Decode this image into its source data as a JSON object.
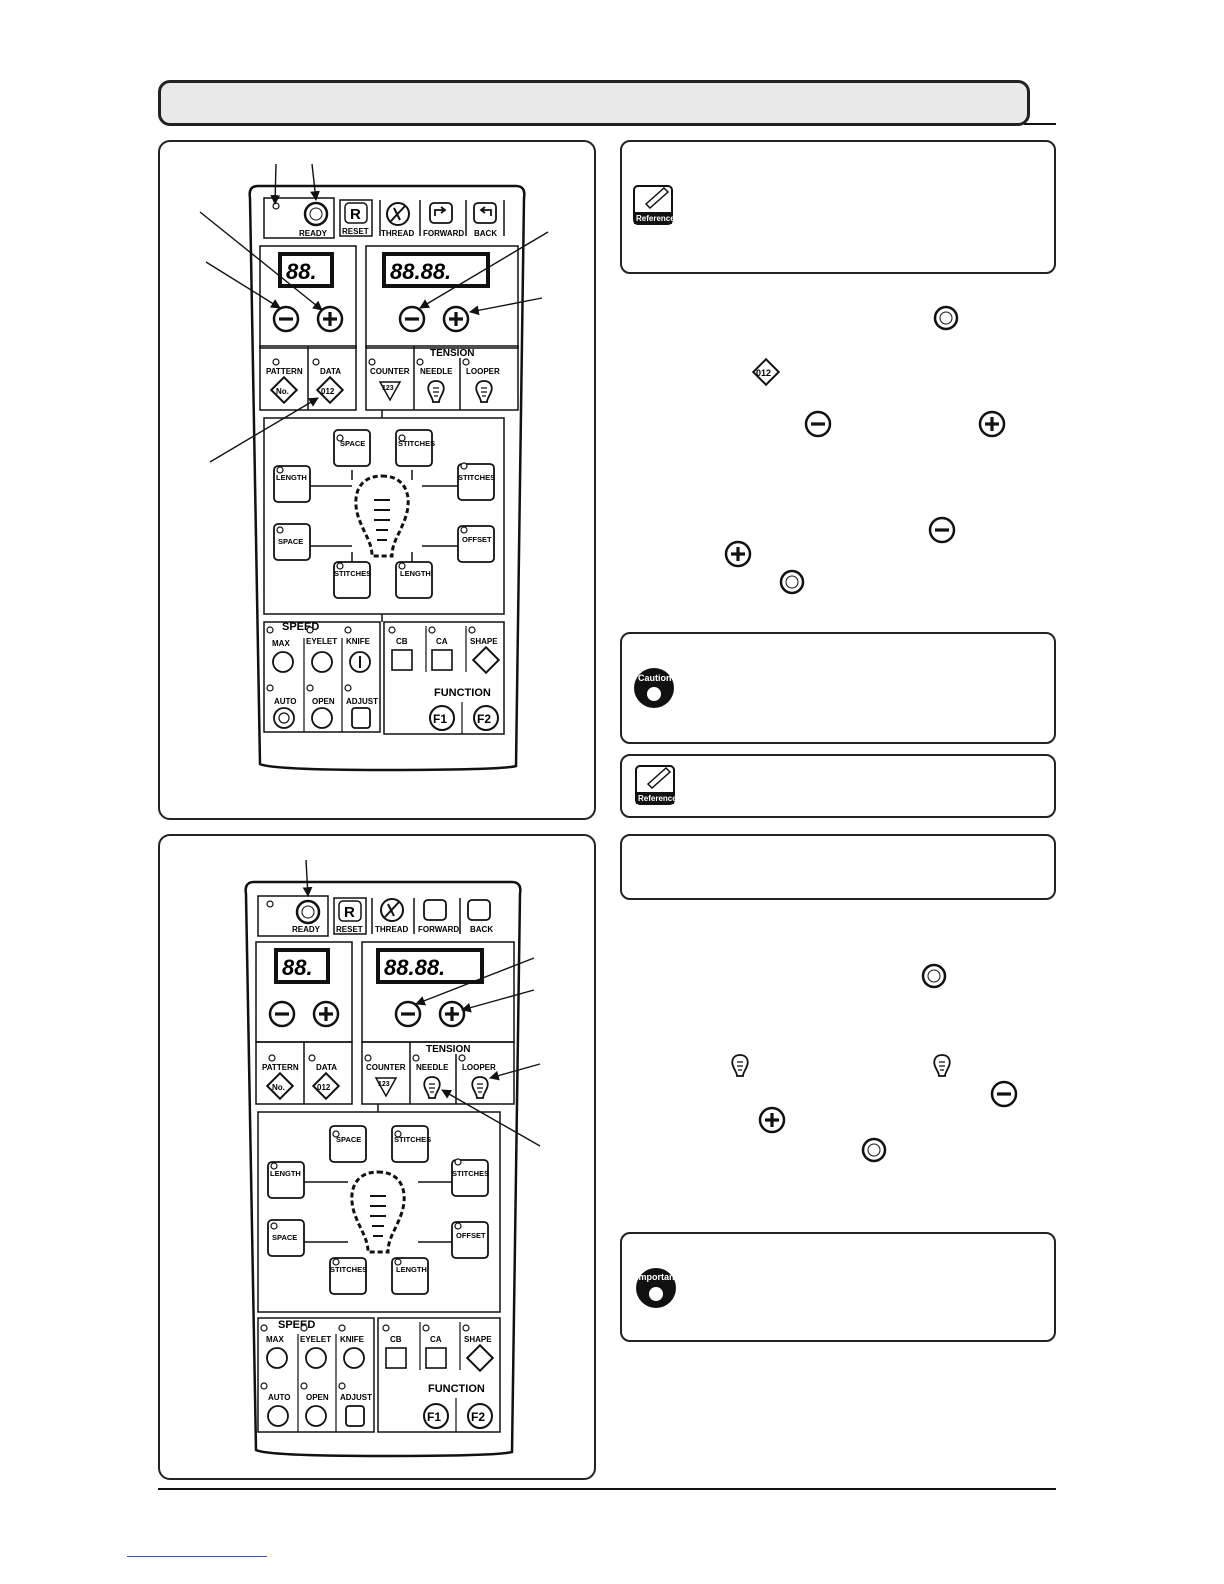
{
  "panel": {
    "ready": "READY",
    "reset_letter": "R",
    "reset": "RESET",
    "thread": "THREAD",
    "forward": "FORWARD",
    "back": "BACK",
    "display_small": "88.",
    "display_large": "88.88.",
    "tension": "TENSION",
    "pattern": "PATTERN",
    "pattern_no": "No.",
    "data": "DATA",
    "data_num": "012",
    "counter": "COUNTER",
    "counter_num": "123",
    "needle": "NEEDLE",
    "looper": "LOOPER",
    "space": "SPACE",
    "stitches": "STITCHES",
    "length": "LENGTH",
    "offset": "OFFSET",
    "speed": "SPEED",
    "max": "MAX",
    "eyelet": "EYELET",
    "knife": "KNIFE",
    "cb": "CB",
    "ca": "CA",
    "shape": "SHAPE",
    "auto": "AUTO",
    "open": "OPEN",
    "adjust": "ADJUST",
    "function": "FUNCTION",
    "f1": "F1",
    "f2": "F2"
  },
  "notes": {
    "reference": "Reference",
    "caution": "Caution",
    "important": "Important"
  }
}
